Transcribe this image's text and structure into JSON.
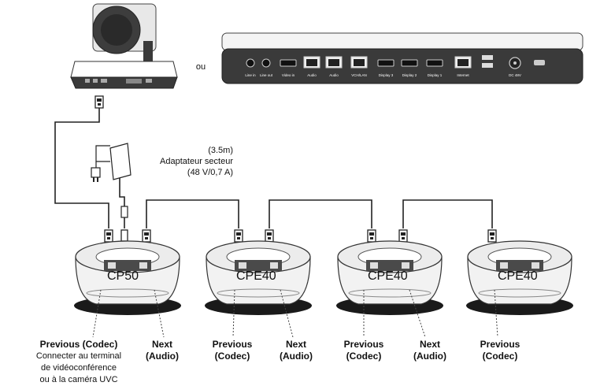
{
  "connector_word": "ou",
  "adapter": {
    "length": "(3.5m)",
    "name": "Adaptateur secteur",
    "rating": "(48 V/0,7 A)"
  },
  "codec_ports": [
    "Line in",
    "Line out",
    "Video in",
    "Audio",
    "Audio",
    "VCH/LAN",
    "Display 3",
    "Display 2",
    "Display 1",
    "Internet",
    "DC 48V"
  ],
  "units": [
    {
      "name": "CP50"
    },
    {
      "name": "CPE40"
    },
    {
      "name": "CPE40"
    },
    {
      "name": "CPE40"
    }
  ],
  "labels": {
    "previous": "Previous",
    "codec": "(Codec)",
    "next": "Next",
    "audio": "(Audio)",
    "first_previous": "Previous (Codec)",
    "connect_line1": "Connecter au terminal",
    "connect_line2": "de vidéoconférence",
    "connect_line3": "ou à la caméra UVC"
  },
  "colors": {
    "device_body": "#3a3a3a",
    "device_top": "#d9d9d9",
    "cable": "#222222"
  }
}
